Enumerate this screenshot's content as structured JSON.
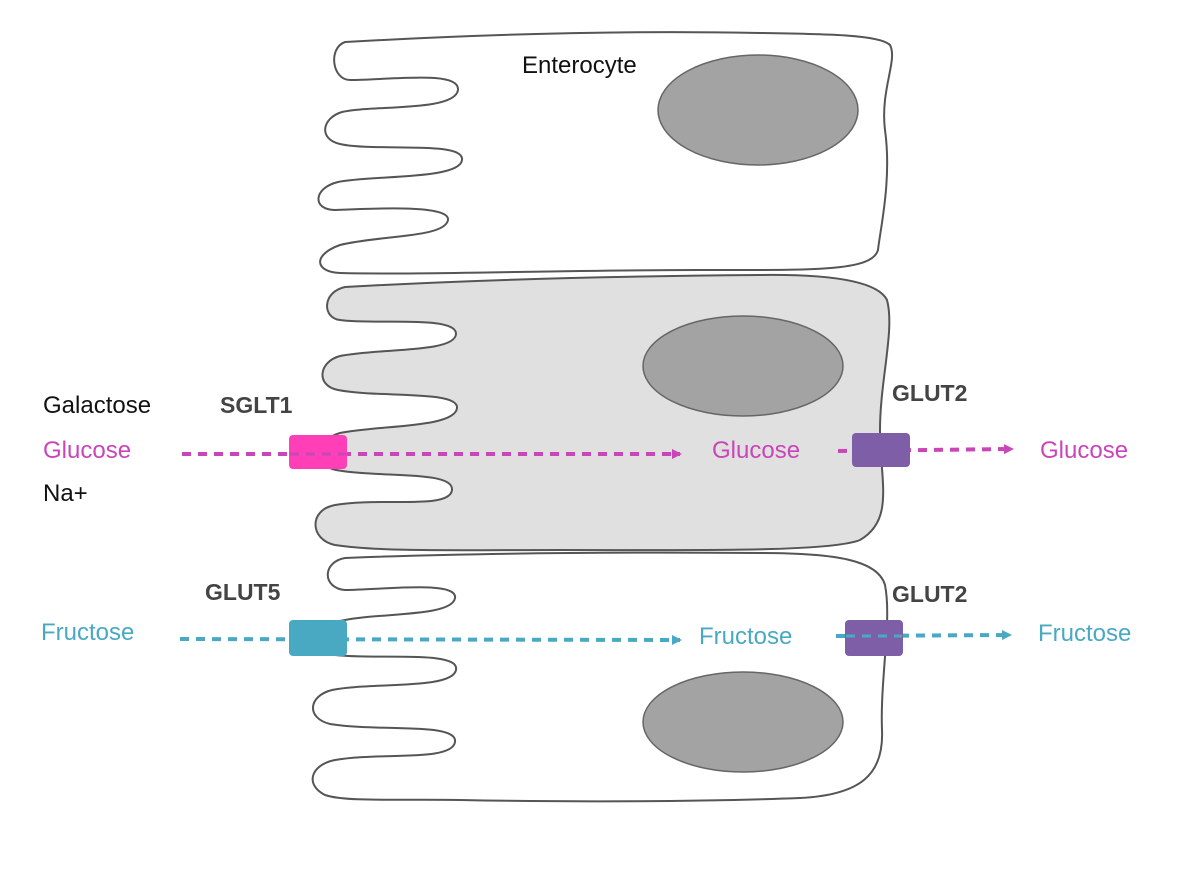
{
  "title": "Enterocyte",
  "colors": {
    "glucose": "#c945b8",
    "fructose": "#4aa9c2",
    "sglt1": "#ff3fb8",
    "glut5": "#4aa9c2",
    "glut2": "#7e5ea6",
    "black": "#111111",
    "transporter_label": "#444444",
    "cell_outline": "#555555",
    "middle_cell_fill": "#e0e0e0",
    "nucleus_fill": "#a3a3a3"
  },
  "inputs": {
    "galactose": "Galactose",
    "glucose": "Glucose",
    "na": "Na+",
    "fructose": "Fructose"
  },
  "transporters": {
    "sglt1": "SGLT1",
    "glut5": "GLUT5",
    "glut2_top": "GLUT2",
    "glut2_bottom": "GLUT2"
  },
  "intracellular": {
    "glucose": "Glucose",
    "fructose": "Fructose"
  },
  "outputs": {
    "glucose": "Glucose",
    "fructose": "Fructose"
  }
}
